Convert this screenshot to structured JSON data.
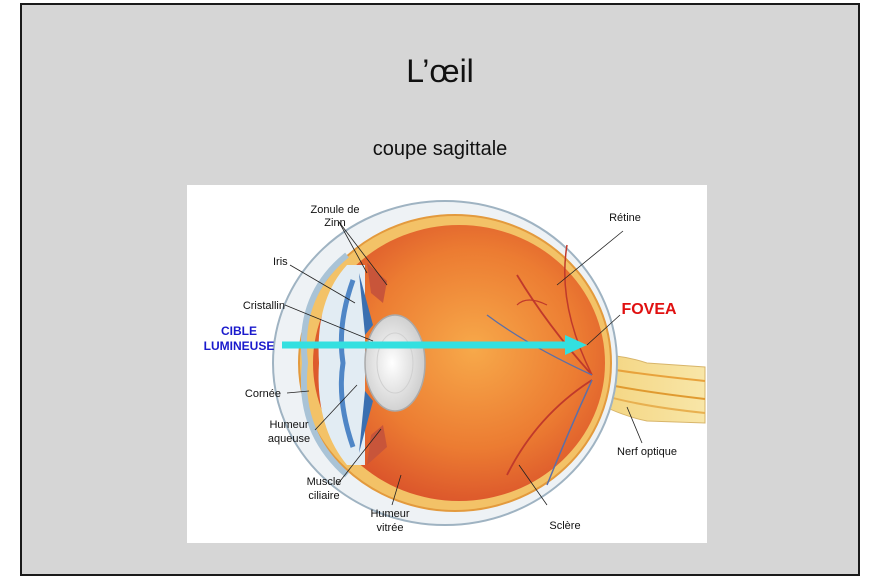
{
  "slide": {
    "title": "L’œil",
    "subtitle": "coupe sagittale"
  },
  "diagram": {
    "labels": {
      "zonule_line1": "Zonule de",
      "zonule_line2": "Zinn",
      "iris": "Iris",
      "cristallin": "Cristallin",
      "cible_line1": "CIBLE",
      "cible_line2": "LUMINEUSE",
      "cornee": "Cornée",
      "humeur_aqueuse_line1": "Humeur",
      "humeur_aqueuse_line2": "aqueuse",
      "muscle_line1": "Muscle",
      "muscle_line2": "ciliaire",
      "humeur_vitree_line1": "Humeur",
      "humeur_vitree_line2": "vitrée",
      "sclere": "Sclère",
      "nerf_optique": "Nerf optique",
      "retine": "Rétine",
      "fovea": "FOVEA"
    },
    "colors": {
      "arrow": "#33e0e0",
      "cible": "#1a1acc",
      "fovea": "#e01010"
    }
  }
}
